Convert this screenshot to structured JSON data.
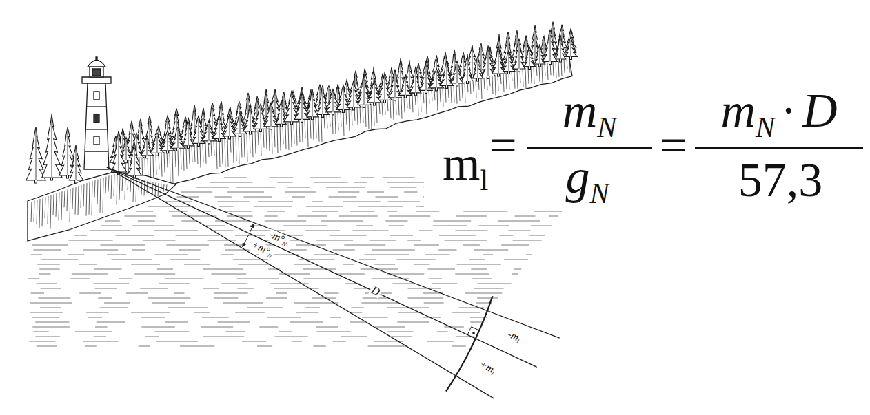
{
  "diagram": {
    "labels": [
      "m",
      "l",
      "=",
      "m",
      "N",
      "g",
      "N",
      "=",
      "m",
      "N",
      "·",
      "D",
      "57,3",
      "-m°",
      "N",
      "+m°",
      "N",
      "D",
      "-m",
      "l",
      "+m",
      "l"
    ]
  }
}
